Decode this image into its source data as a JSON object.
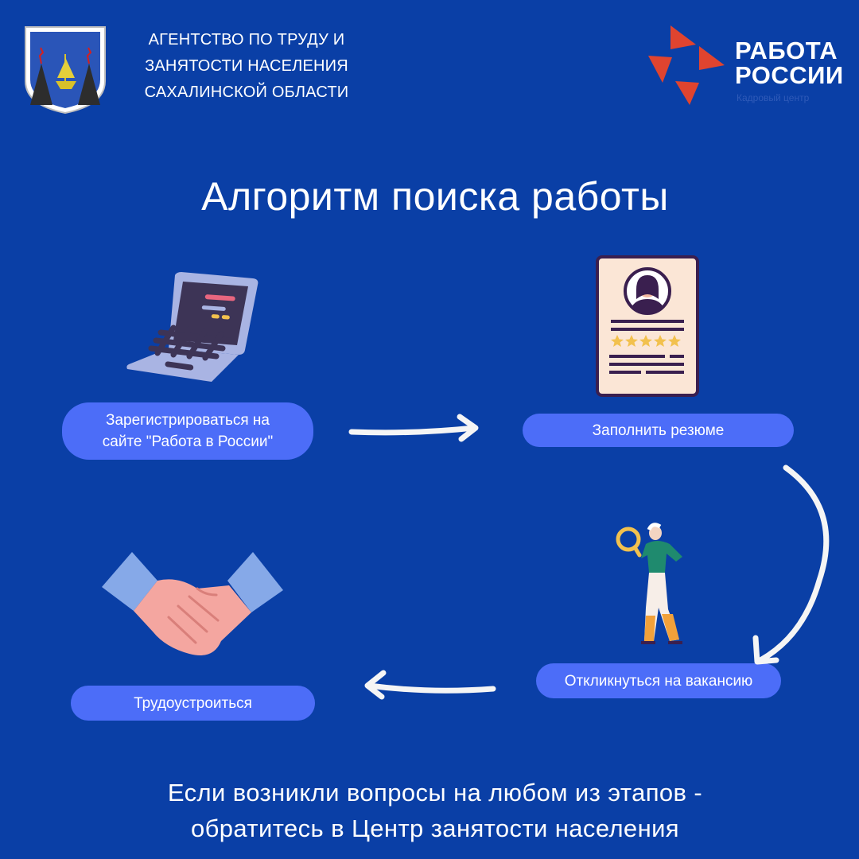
{
  "header": {
    "agency_lines": [
      "АГЕНТСТВО ПО ТРУДУ И",
      "ЗАНЯТОСТИ НАСЕЛЕНИЯ",
      "САХАЛИНСКОЙ ОБЛАСТИ"
    ],
    "brand_line1": "РАБОТА",
    "brand_line2": "РОССИИ",
    "brand_sub": "Кадровый центр"
  },
  "title": "Алгоритм поиска работы",
  "steps": [
    {
      "label": "Зарегистрироваться на\nсайте \"Работа в России\"",
      "icon": "laptop-icon"
    },
    {
      "label": "Заполнить резюме",
      "icon": "resume-icon"
    },
    {
      "label": "Откликнуться на вакансию",
      "icon": "job-seeker-magnifier-icon"
    },
    {
      "label": "Трудоустроиться",
      "icon": "handshake-icon"
    }
  ],
  "footer": {
    "line1": "Если возникли вопросы на любом из этапов -",
    "line2": "обратитесь в Центр занятости населения"
  },
  "colors": {
    "background": "#0a3fa6",
    "pill": "#4c6df8",
    "brand_red": "#e0442f",
    "text": "#ffffff"
  }
}
